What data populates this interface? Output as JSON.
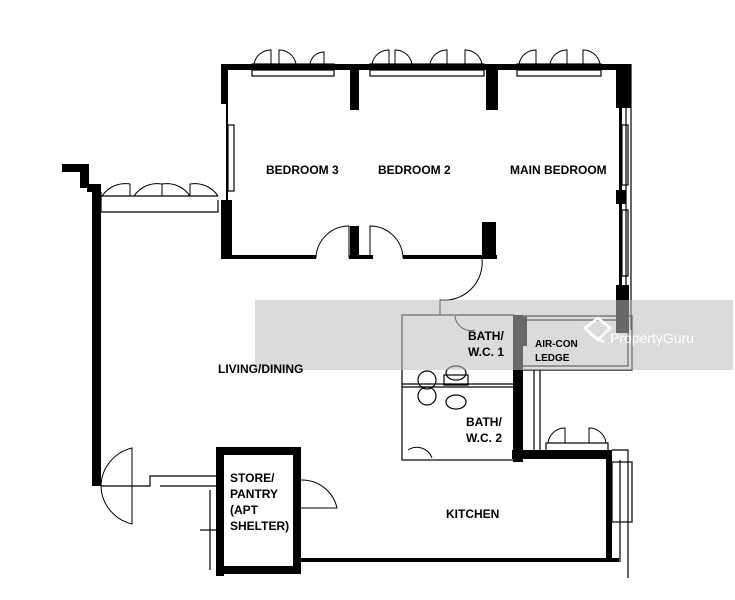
{
  "rooms": {
    "bedroom3": "BEDROOM 3",
    "bedroom2": "BEDROOM 2",
    "main_bedroom": "MAIN BEDROOM",
    "living_dining": "LIVING/DINING",
    "bath1_line1": "BATH/",
    "bath1_line2": "W.C. 1",
    "bath2_line1": "BATH/",
    "bath2_line2": "W.C. 2",
    "aircon_line1": "AIR-CON",
    "aircon_line2": "LEDGE",
    "store_line1": "STORE/",
    "store_line2": "PANTRY",
    "store_line3": "(APT",
    "store_line4": "SHELTER)",
    "kitchen": "KITCHEN"
  },
  "watermark": {
    "text": "PropertyGuru",
    "icon": "propertyguru-logo-icon"
  },
  "colors": {
    "wall": "#000000",
    "watermark_band": "#bdbdbd",
    "background": "#ffffff"
  }
}
